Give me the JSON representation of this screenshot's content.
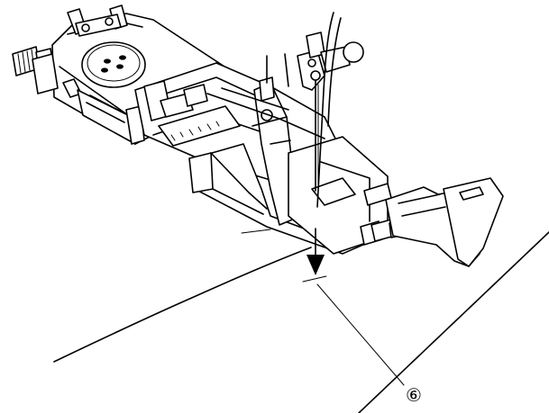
{
  "figure": {
    "callout_label": "⑥",
    "icons": [
      "buttonhole-foot",
      "button",
      "needle",
      "fabric",
      "arrow-down"
    ],
    "colors": {
      "line": "#000000",
      "background": "#ffffff"
    }
  }
}
